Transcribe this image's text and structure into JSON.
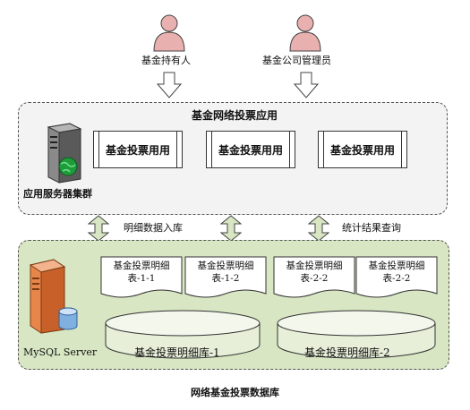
{
  "actors": [
    {
      "label": "基金持有人"
    },
    {
      "label": "基金公司管理员"
    }
  ],
  "app_layer": {
    "title": "基金网络投票应用",
    "server_label": "应用服务器集群",
    "boxes": [
      {
        "label": "基金投票用用"
      },
      {
        "label": "基金投票用用"
      },
      {
        "label": "基金投票用用"
      }
    ]
  },
  "connectors": {
    "left_label": "明细数据入库",
    "right_label": "统计结果查询"
  },
  "db_layer": {
    "server_label": "MySQL Server",
    "tables": [
      {
        "line1": "基金投票明细",
        "line2": "表-1-1"
      },
      {
        "line1": "基金投票明细",
        "line2": "表-1-2"
      },
      {
        "line1": "基金投票明细",
        "line2": "表-2-2"
      },
      {
        "line1": "基金投票明细",
        "line2": "表-2-2"
      }
    ],
    "databases": [
      {
        "label": "基金投票明细库-1"
      },
      {
        "label": "基金投票明细库-2"
      }
    ],
    "caption": "网络基金投票数据库"
  },
  "colors": {
    "person": "#e8b0ae",
    "arrow_fill": "#ffffff",
    "db_arrow_fill": "#d8e6c3",
    "db_group_bg": "#d8e6c3",
    "app_group_bg": "#f3f3f3",
    "mysql_server": "#e8854a",
    "app_server": "#6b6b6b"
  }
}
